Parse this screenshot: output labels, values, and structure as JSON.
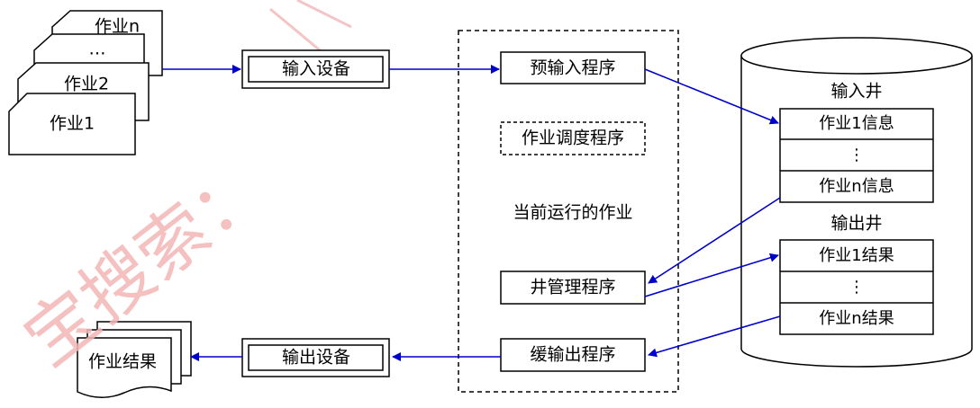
{
  "jobs": {
    "labels": [
      "作业n",
      "…",
      "作业2",
      "作业1"
    ]
  },
  "devices": {
    "input_device": "输入设备",
    "output_device": "输出设备"
  },
  "programs": {
    "pre_input": "预输入程序",
    "scheduler": "作业调度程序",
    "current_job": "当前运行的作业",
    "well_manager": "井管理程序",
    "spool_output": "缓输出程序"
  },
  "input_well": {
    "title": "输入井",
    "rows": [
      "作业1信息",
      "⋮",
      "作业n信息"
    ]
  },
  "output_well": {
    "title": "输出井",
    "rows": [
      "作业1结果",
      "⋮",
      "作业n结果"
    ]
  },
  "job_results": "作业结果",
  "watermark": "宝搜索：",
  "colors": {
    "arrow": "#0000cc",
    "line": "#000000",
    "watermark": "#f3b6b6"
  }
}
